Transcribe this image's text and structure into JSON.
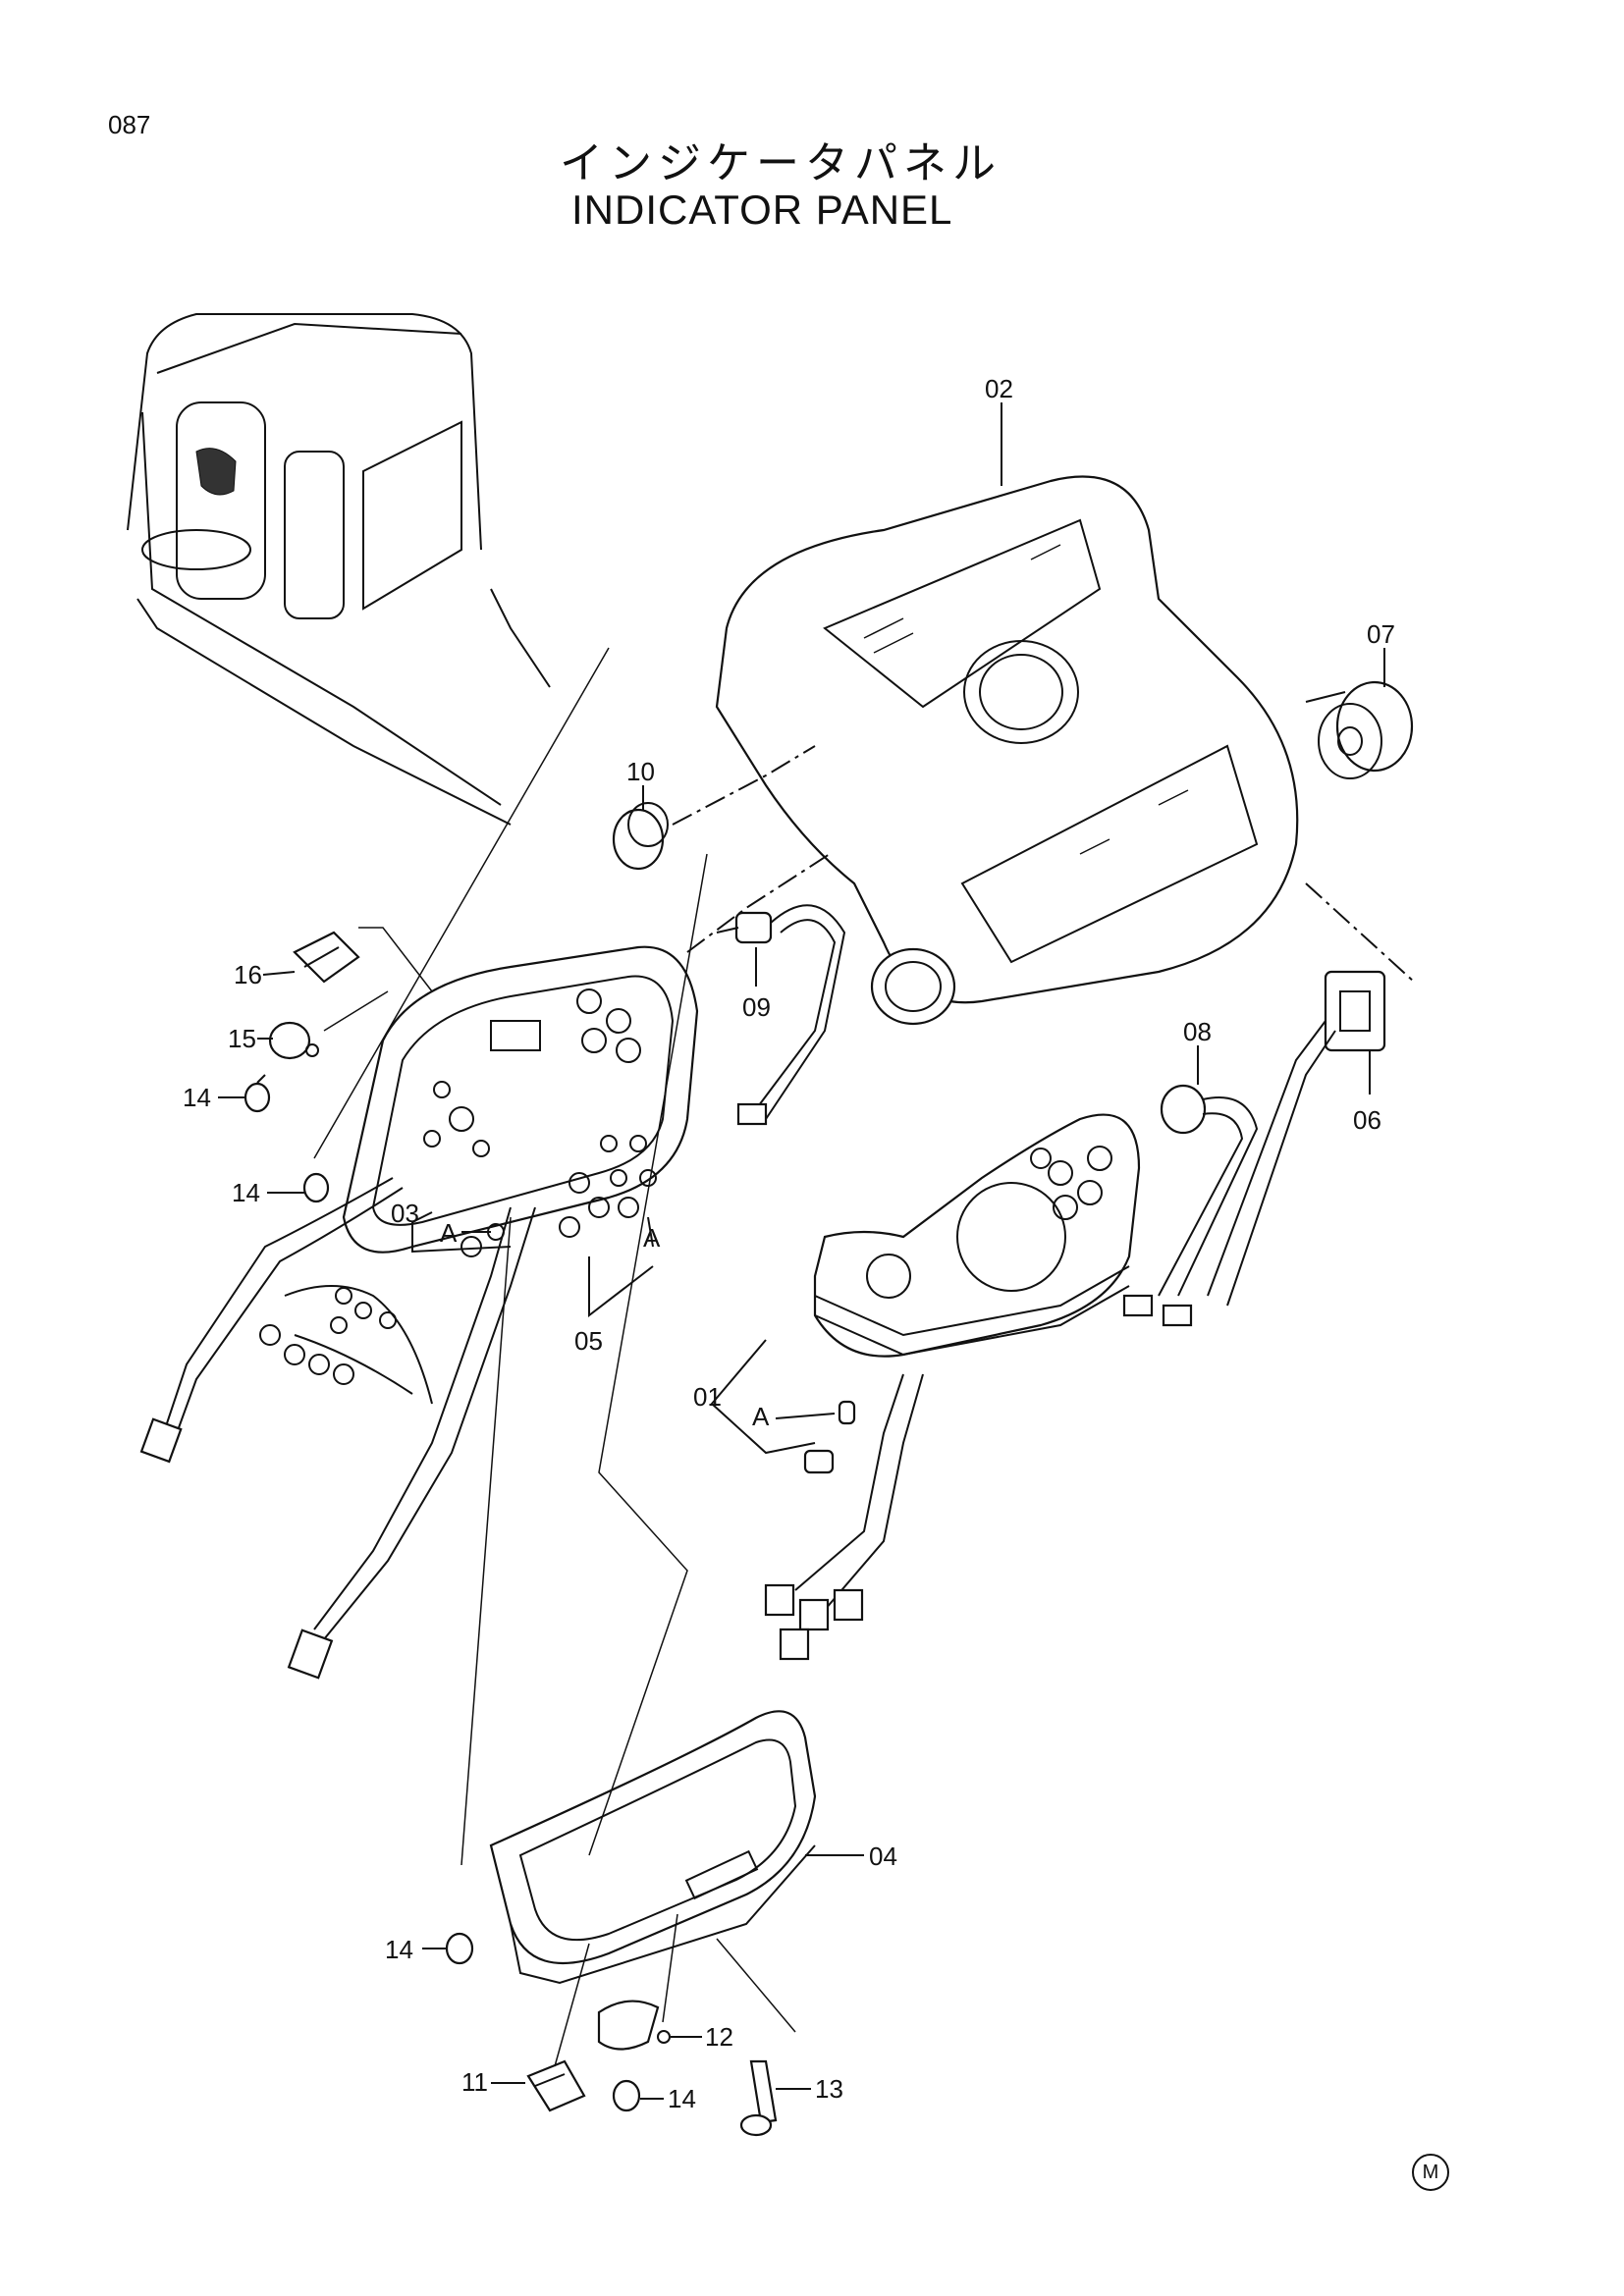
{
  "page": {
    "number": "087",
    "title_jp": "インジケータパネル",
    "title_en": "INDICATOR PANEL",
    "mark": "M"
  },
  "callouts": {
    "c01": "01",
    "c02": "02",
    "c03": "03",
    "c04": "04",
    "c05": "05",
    "c06": "06",
    "c07": "07",
    "c08": "08",
    "c09": "09",
    "c10": "10",
    "c11": "11",
    "c12": "12",
    "c13": "13",
    "c14a": "14",
    "c14b": "14",
    "c14c": "14",
    "c14d": "14",
    "c15": "15",
    "c16": "16",
    "a1": "A",
    "a2": "A",
    "a3": "A"
  }
}
